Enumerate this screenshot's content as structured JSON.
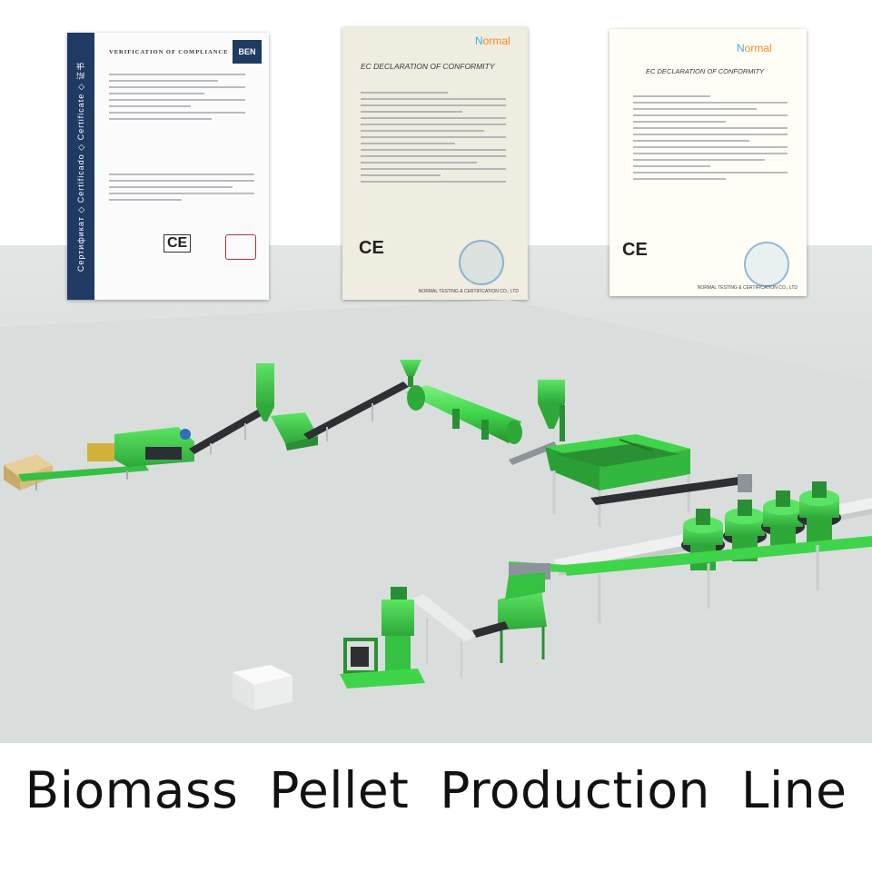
{
  "certificates": [
    {
      "side_text": "Сертификат ◇ Certificado ◇ Certificate ◇ 证书",
      "title": "VERIFICATION  OF  COMPLIANCE",
      "logo": "BEN",
      "ce": "CE"
    },
    {
      "logo_prefix": "N",
      "logo_rest": "ormal",
      "title": "EC DECLARATION OF CONFORMITY",
      "ce": "CE",
      "footer": "NORMAL TESTING & CERTIFICATION CO., LTD"
    },
    {
      "logo_prefix": "N",
      "logo_rest": "ormal",
      "title": "EC DECLARATION OF CONFORMITY",
      "ce": "CE",
      "footer": "NORMAL TESTING & CERTIFICATION CO., LTD"
    }
  ],
  "caption": "Biomass Pellet Production Line",
  "colors": {
    "machine_green": "#3fd54a",
    "machine_dark": "#2a8f34",
    "frame_white": "#e8ecea",
    "floor": "#d7dcda",
    "cert_navy": "#1f3a63"
  }
}
